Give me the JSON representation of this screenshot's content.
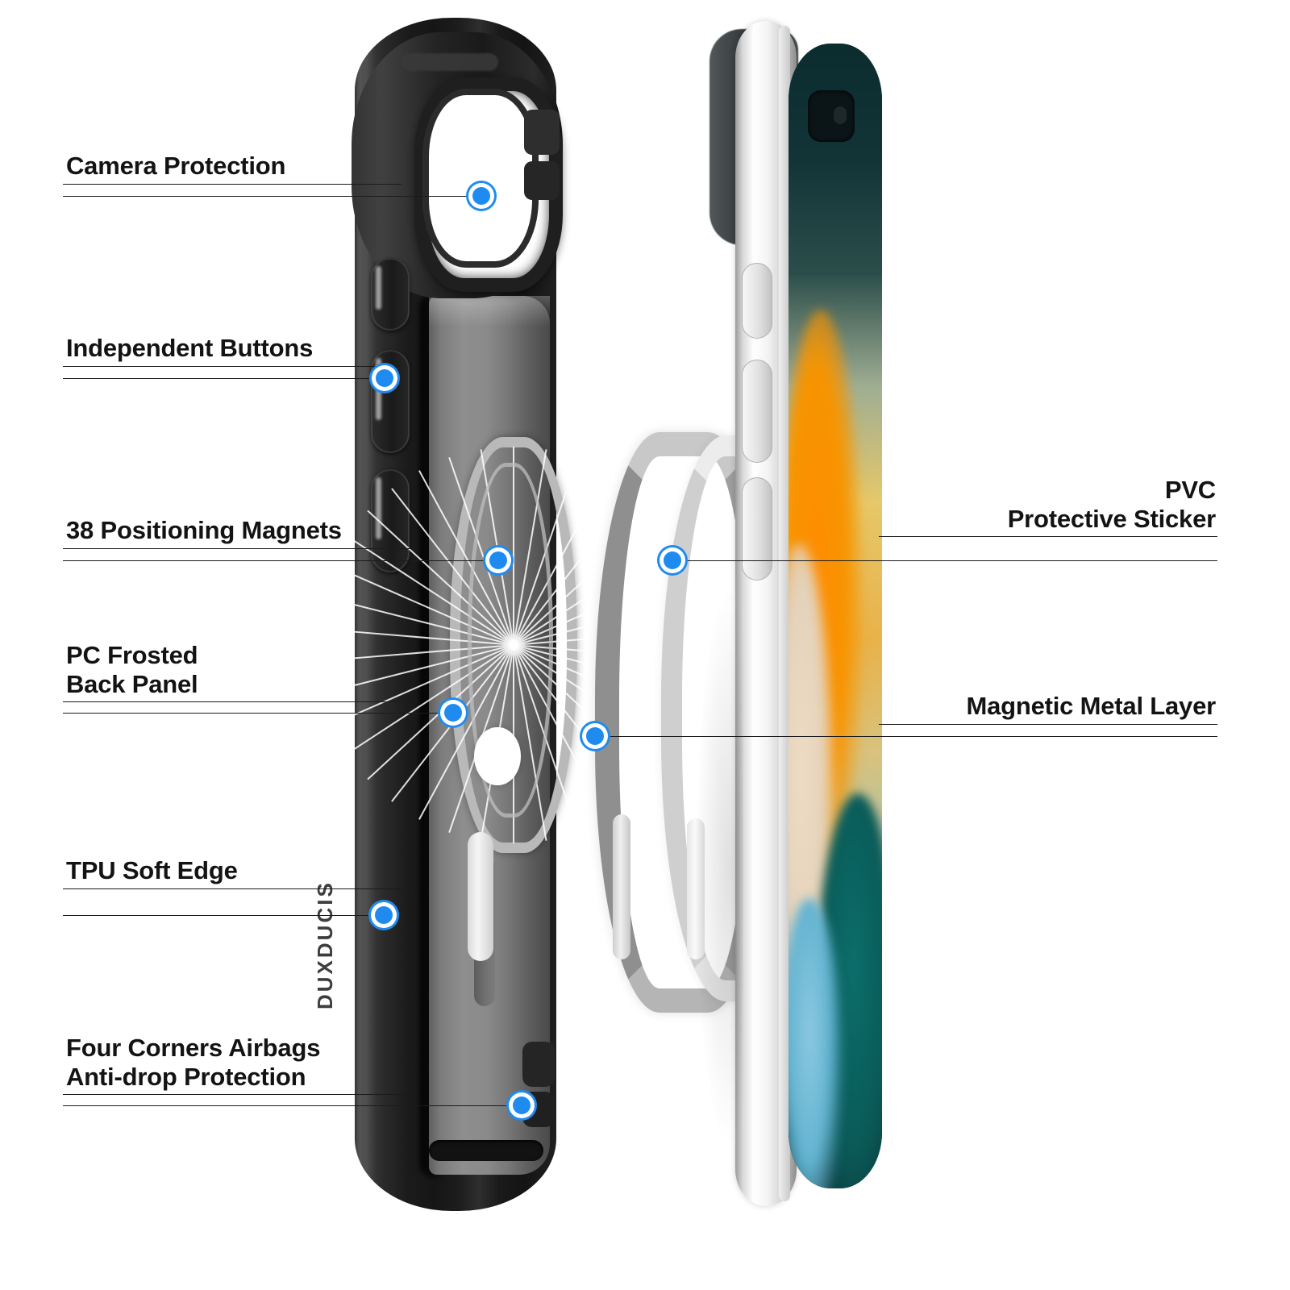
{
  "product": {
    "brand": "DUXDUCIS",
    "accent_color": "#1f8bf0",
    "line_color": "#1b1b1b",
    "background": "#ffffff"
  },
  "callouts_left": [
    {
      "id": "camera-protection",
      "label": "Camera Protection"
    },
    {
      "id": "independent-buttons",
      "label": "Independent Buttons"
    },
    {
      "id": "positioning-magnets",
      "label": "38 Positioning Magnets"
    },
    {
      "id": "pc-frosted-back-panel",
      "label": "PC Frosted\nBack Panel"
    },
    {
      "id": "tpu-soft-edge",
      "label": "TPU Soft Edge"
    },
    {
      "id": "four-corners-airbags",
      "label": "Four Corners Airbags\nAnti-drop Protection"
    }
  ],
  "callouts_right": [
    {
      "id": "pvc-protective-sticker",
      "label": "PVC\nProtective Sticker"
    },
    {
      "id": "magnetic-metal-layer",
      "label": "Magnetic Metal Layer"
    }
  ]
}
